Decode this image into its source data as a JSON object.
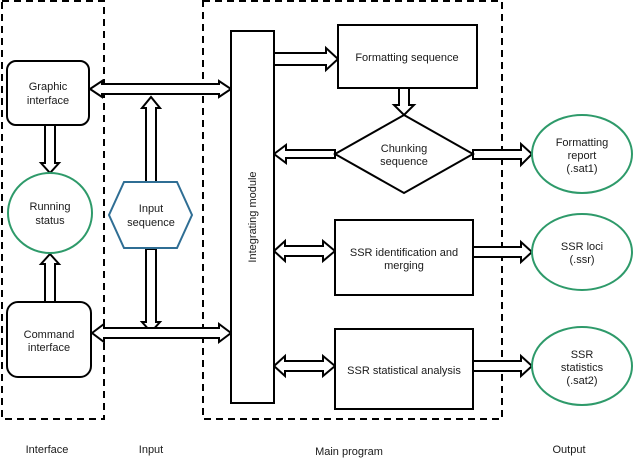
{
  "sections": {
    "interface": "Interface",
    "input": "Input",
    "main_program": "Main program",
    "output": "Output"
  },
  "nodes": {
    "graphic_interface": [
      "Graphic",
      "interface"
    ],
    "running_status": [
      "Running",
      "status"
    ],
    "command_interface": [
      "Command",
      "interface"
    ],
    "input_sequence": [
      "Input",
      "sequence"
    ],
    "integrating_module": "Integrating module",
    "formatting_sequence": "Formatting sequence",
    "chunking_sequence": [
      "Chunking",
      "sequence"
    ],
    "ssr_identification": [
      "SSR identification and",
      "merging"
    ],
    "ssr_statistical": "SSR statistical analysis",
    "formatting_report": [
      "Formatting",
      "report",
      "(.sat1)"
    ],
    "ssr_loci": [
      "SSR loci",
      "(.ssr)"
    ],
    "ssr_statistics": [
      "SSR",
      "statistics",
      "(.sat2)"
    ]
  },
  "colors": {
    "output_ellipse": "#2e9a6a",
    "input_hexagon": "#2f6e94"
  }
}
